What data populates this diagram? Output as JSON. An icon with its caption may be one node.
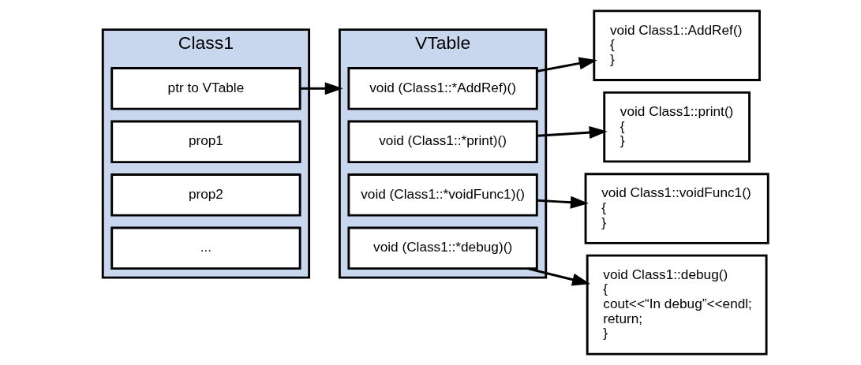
{
  "diagram": {
    "nodes": [
      {
        "text": [
          "Class1"
        ]
      },
      {
        "text": [
          "ptr to VTable"
        ],
        "in": 0
      },
      {
        "text": [
          "prop1"
        ],
        "in": 0
      },
      {
        "text": [
          "prop2"
        ],
        "in": 0
      },
      {
        "text": [
          "..."
        ],
        "in": 0
      },
      {
        "text": [
          "VTable"
        ]
      },
      {
        "text": [
          "void (Class1::*AddRef)()"
        ],
        "in": 5
      },
      {
        "text": [
          "void (Class1::*print)()"
        ],
        "in": 5
      },
      {
        "text": [
          "void (Class1::*voidFunc1)()"
        ],
        "in": 5
      },
      {
        "text": [
          "void (Class1::*debug)()"
        ],
        "in": 5
      },
      {
        "text": [
          "void Class1::AddRef()",
          "{",
          "}"
        ]
      },
      {
        "text": [
          "void Class1::print()",
          "{",
          "}"
        ]
      },
      {
        "text": [
          "void Class1::voidFunc1()",
          "{",
          "}"
        ]
      },
      {
        "text": [
          "void Class1::debug()",
          "{",
          "cout<<“In debug”<<endl;",
          "return;",
          "}"
        ]
      }
    ],
    "edges": [
      {
        "from": 1,
        "to": 5,
        "arrow": "to"
      },
      {
        "from": 6,
        "to": 10,
        "arrow": "to"
      },
      {
        "from": 7,
        "to": 11,
        "arrow": "to"
      },
      {
        "from": 8,
        "to": 12,
        "arrow": "to"
      },
      {
        "from": 9,
        "to": 13,
        "arrow": "to"
      }
    ]
  }
}
